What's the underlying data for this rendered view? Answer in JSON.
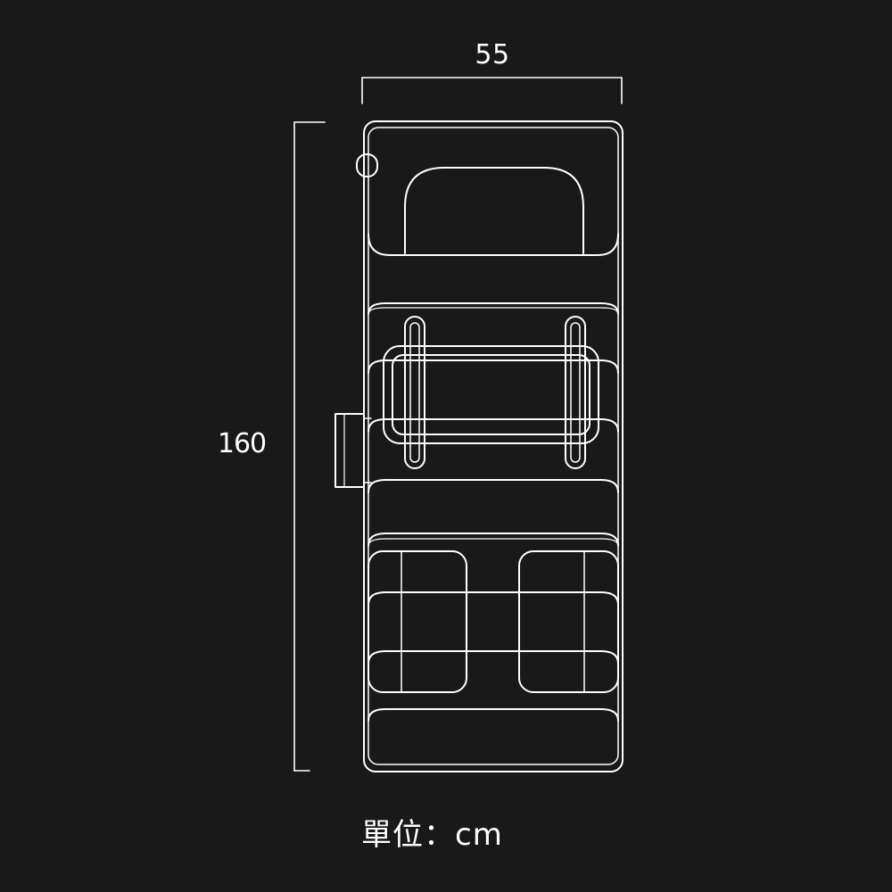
{
  "dimensions": {
    "width_label": "55",
    "height_label": "160"
  },
  "unit_label": "單位：cm",
  "colors": {
    "background": "#191919",
    "line": "#ffffff"
  }
}
